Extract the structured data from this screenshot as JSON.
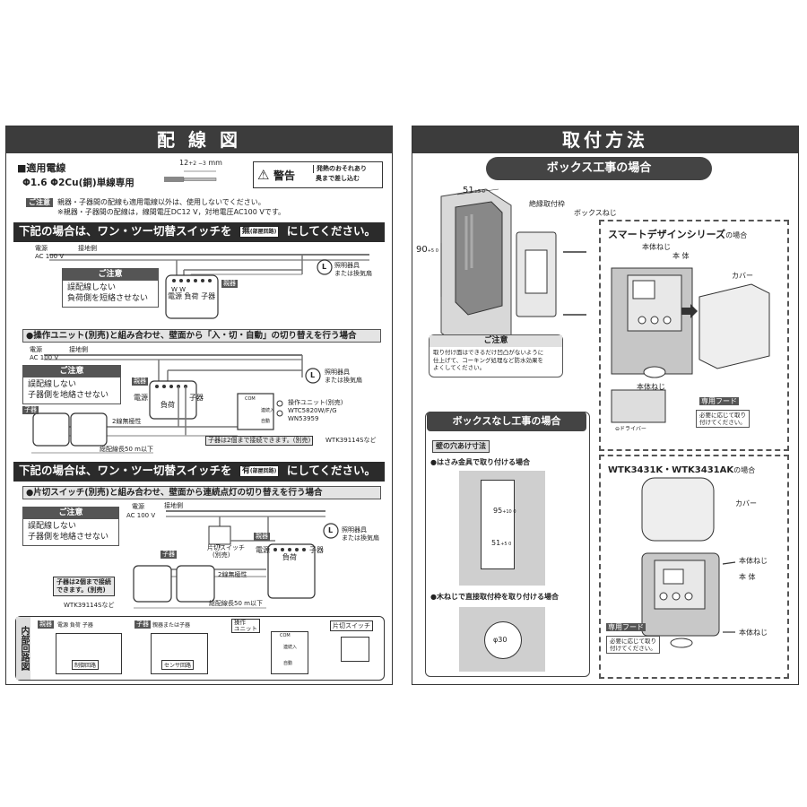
{
  "left": {
    "title": "配 線 図",
    "wire_heading": "■適用電線",
    "wire_spec": "Φ1.6 Φ2Cu(銅)単線専用",
    "strip_length": "12",
    "strip_tol": "+2 −3",
    "strip_unit": "mm",
    "warning_label": "警告",
    "warning_text_1": "発熱のおそれあり",
    "warning_text_2": "奥まで差し込む",
    "caution_tag": "ご注意",
    "caution_line_1": "親器・子器間の配線も適用電線以外は、使用しないでください。",
    "caution_line_2": "※親器・子器間の配線は，線間電圧DC12 V，対地電圧AC100 Vです。",
    "band1_pre": "下記の場合は、ワン・ツー切替スイッチを",
    "band1_chip": "無",
    "band1_chip_sub": "(部屋回路)",
    "band1_post": "にしてください。",
    "d1": {
      "power": "電源",
      "ac": "AC  100 V",
      "ground": "接地側",
      "note_title": "ご注意",
      "note_l1": "誤配線しない",
      "note_l2": "負荷側を短絡させない",
      "term_labels": "W   W",
      "term_names": "電源 負荷 子器",
      "parent": "親器",
      "lamp": "L",
      "lamp_l1": "照明器具",
      "lamp_l2": "または換気扇"
    },
    "sec2_title": "●操作ユニット(別売)と組み合わせ、壁面から「入・切・自動」の切り替えを行う場合",
    "d2": {
      "power": "電源",
      "ac": "AC  100 V",
      "ground": "接地側",
      "note_title": "ご注意",
      "note_l1": "誤配線しない",
      "note_l2": "子器側を地絡させない",
      "parent": "親器",
      "t_power": "電源",
      "t_load": "負荷",
      "t_child": "子器",
      "child": "子器",
      "two_wire": "2線無極性",
      "total_len": "総配線長50 m以下",
      "lamp": "L",
      "lamp_l1": "照明器具",
      "lamp_l2": "または換気扇",
      "com": "COM",
      "cont": "連続入",
      "auto": "自動",
      "unit_title": "操作ユニット(別売)",
      "unit_m1": "WTC5820W/F/G",
      "unit_m2": "WN53959",
      "two_units": "子器は2個まで接続できます。(別売)",
      "model": "WTK39114Sなど"
    },
    "band2_pre": "下記の場合は、ワン・ツー切替スイッチを",
    "band2_chip": "有",
    "band2_chip_sub": "(部屋回路)",
    "band2_post": "にしてください。",
    "sec3_title": "●片切スイッチ(別売)と組み合わせ、壁面から連続点灯の切り替えを行う場合",
    "d3": {
      "power": "電源",
      "ac": "AC  100 V",
      "ground": "接地側",
      "note_title": "ご注意",
      "note_l1": "誤配線しない",
      "note_l2": "子器側を地絡させない",
      "switch_l1": "片切スイッチ",
      "switch_l2": "(別売)",
      "parent": "親器",
      "t_power": "電源",
      "t_load": "負荷",
      "t_child": "子器",
      "child": "子器",
      "two_wire": "2線無極性",
      "total_len": "総配線長50 m以下",
      "lamp": "L",
      "lamp_l1": "照明器具",
      "lamp_l2": "または換気扇",
      "two_units_1": "子器は2個まで接続",
      "two_units_2": "できます。(別売)",
      "model": "WTK39114Sなど"
    },
    "internal": {
      "side_label": "内部回路図",
      "parent_tag": "親器",
      "parent_terms": "電源 負荷 子器",
      "parent_circuit": "制御回路",
      "child_tag": "子器",
      "child_terms": "親器または子器",
      "child_circuit": "センサ回路",
      "unit_tag_1": "操作",
      "unit_tag_2": "ユニット",
      "unit_com": "COM",
      "unit_cont": "連続入",
      "unit_auto": "自動",
      "switch_tag": "片切スイッチ"
    }
  },
  "right": {
    "title": "取付方法",
    "box_pill": "ボックス工事の場合",
    "dim_51": "51",
    "dim_90": "90",
    "dim_tol": "+5 0",
    "frame_label": "絶縁取付枠",
    "box_screw": "ボックスねじ",
    "note_title": "ご注意",
    "note_l1": "取り付け面はできるだけ凹凸がないように",
    "note_l2": "仕上げて、コーキング処理など防水効果を",
    "note_l3": "よくしてください。",
    "smart_title": "スマートデザインシリーズ",
    "smart_suffix": "の場合",
    "body_screw": "本体ねじ",
    "body": "本 体",
    "cover": "カバー",
    "body_screw2": "本体ねじ",
    "driver": "⊖ドライバー",
    "hood_tag": "専用フード",
    "hood_l1": "必要に応じて取り",
    "hood_l2": "付けてください。",
    "nobox_pill": "ボックスなし工事の場合",
    "hole_tag": "壁の穴あけ寸法",
    "clip_text": "●はさみ金具で取り付ける場合",
    "dim_95": "95",
    "dim_95_tol": "+10 0",
    "dim_51b": "51",
    "dim_51b_tol": "+5 0",
    "wood_text": "●木ねじで直接取付枠を取り付ける場合",
    "dim_30": "φ30",
    "wtk_title": "WTK3431K・WTK3431AK",
    "wtk_suffix": "の場合",
    "cover2": "カバー",
    "body_screw3": "本体ねじ",
    "body2": "本 体",
    "body_screw4": "本体ねじ",
    "hood_tag2": "専用フード",
    "hood2_l1": "必要に応じて取り",
    "hood2_l2": "付けてください。"
  }
}
